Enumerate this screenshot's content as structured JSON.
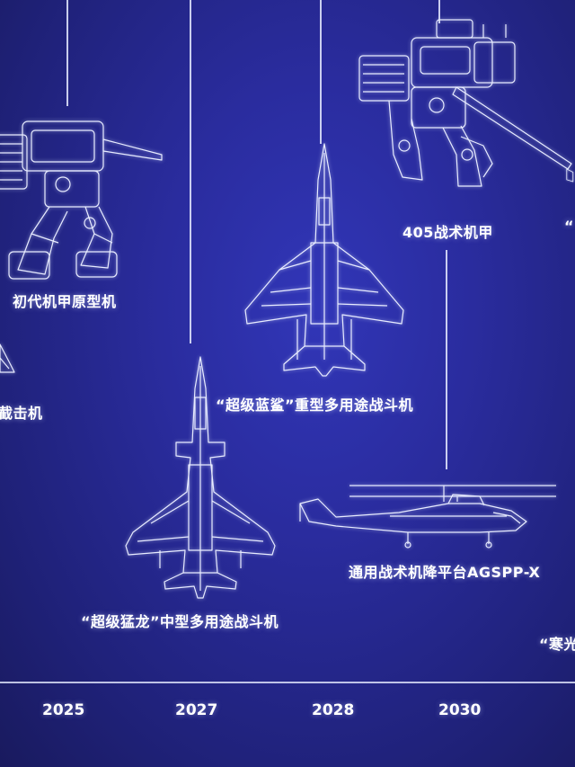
{
  "timeline": {
    "years": [
      "2025",
      "2027",
      "2028",
      "2030"
    ]
  },
  "items": {
    "mech_prototype": "初代机甲原型机",
    "carrier_attack": "截击机",
    "heavy_fighter": "“超级蓝鲨”重型多用途战斗机",
    "tactical_mech": "405战术机甲",
    "medium_fighter": "“超级猛龙”中型多用途战斗机",
    "tiltrotor": "通用战术机降平台AGSPP-X",
    "partial_right": "“寒光",
    "partial_right_top": "“"
  }
}
